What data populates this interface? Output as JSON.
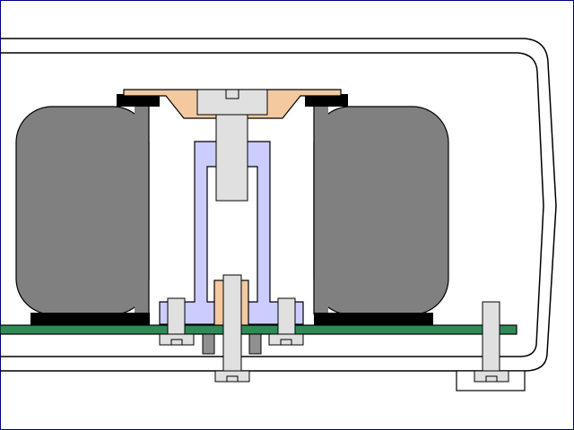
{
  "diagram": {
    "parts": {
      "enclosure": "enclosure",
      "transformer_core": "transformer-core",
      "winding_left": "winding",
      "winding_right": "winding",
      "mounting_bracket": "mounting-bracket",
      "copper_clamp": "clamp",
      "spacer_left": "spacer",
      "spacer_right": "spacer",
      "circuit_board": "circuit-board",
      "feet": "feet",
      "center_bolt": "center-bolt",
      "side_screws": "screws",
      "standoff_right": "standoff"
    },
    "colors": {
      "outline": "#000000",
      "winding_fill": "#808080",
      "core_fill": "#ccccff",
      "copper_fill": "#f4c9a0",
      "metal_fill": "#e0e0e0",
      "board_fill": "#2e8b57",
      "foot_fill": "#909090",
      "spacer_fill": "#000000",
      "background": "#ffffff",
      "frame_border": "#000080"
    }
  }
}
